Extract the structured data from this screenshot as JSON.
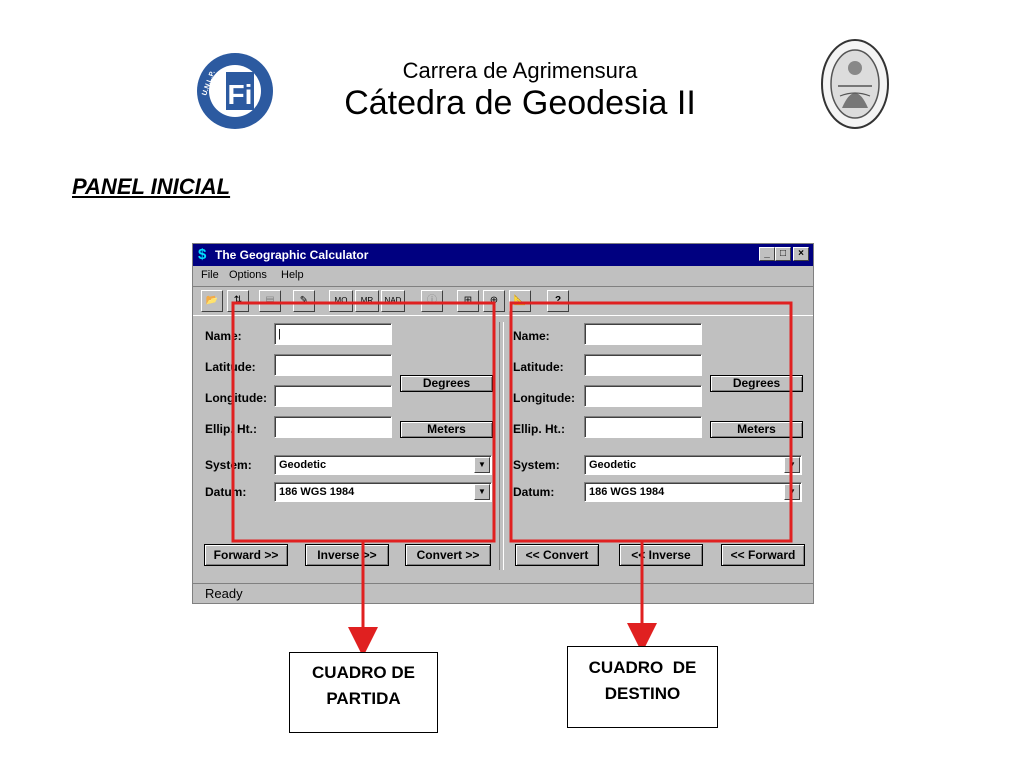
{
  "slide": {
    "subtitle": "Carrera de Agrimensura",
    "title": "Cátedra de Geodesia II",
    "panel_heading": "PANEL INICIAL",
    "logo_left_text": "Fi",
    "logo_left_ring": "U.N.L.P."
  },
  "window": {
    "title": "The Geographic Calculator",
    "menu": [
      "File",
      "Options",
      "Help"
    ],
    "toolbar": [
      "📂",
      "⇅",
      "▤",
      "✎",
      "MO",
      "MR",
      "NAD",
      "ⓘ",
      "⊞",
      "⊕",
      "📐",
      "?"
    ],
    "left": {
      "labels": {
        "name": "Name:",
        "latitude": "Latitude:",
        "longitude": "Longitude:",
        "ellip": "Ellip. Ht.:",
        "system": "System:",
        "datum": "Datum:"
      },
      "values": {
        "name": "|",
        "latitude": "",
        "longitude": "",
        "ellip": ""
      },
      "degrees_btn": "Degrees",
      "meters_btn": "Meters",
      "system": "Geodetic",
      "datum": "186  WGS 1984",
      "buttons": [
        "Forward >>",
        "Inverse >>",
        "Convert >>"
      ]
    },
    "right": {
      "labels": {
        "name": "Name:",
        "latitude": "Latitude:",
        "longitude": "Longitude:",
        "ellip": "Ellip. Ht.:",
        "system": "System:",
        "datum": "Datum:"
      },
      "values": {
        "name": "",
        "latitude": "",
        "longitude": "",
        "ellip": ""
      },
      "degrees_btn": "Degrees",
      "meters_btn": "Meters",
      "system": "Geodetic",
      "datum": "186  WGS 1984",
      "buttons": [
        "<< Convert",
        "<< Inverse",
        "<< Forward"
      ]
    },
    "status": "Ready"
  },
  "callouts": {
    "origin": [
      "CUADRO DE",
      "PARTIDA"
    ],
    "destination": [
      "CUADRO  DE",
      "DESTINO"
    ]
  },
  "colors": {
    "titlebar": "#000080",
    "window_bg": "#c0c0c0",
    "highlight": "#e02020",
    "logo_left": "#2c5aa0"
  }
}
